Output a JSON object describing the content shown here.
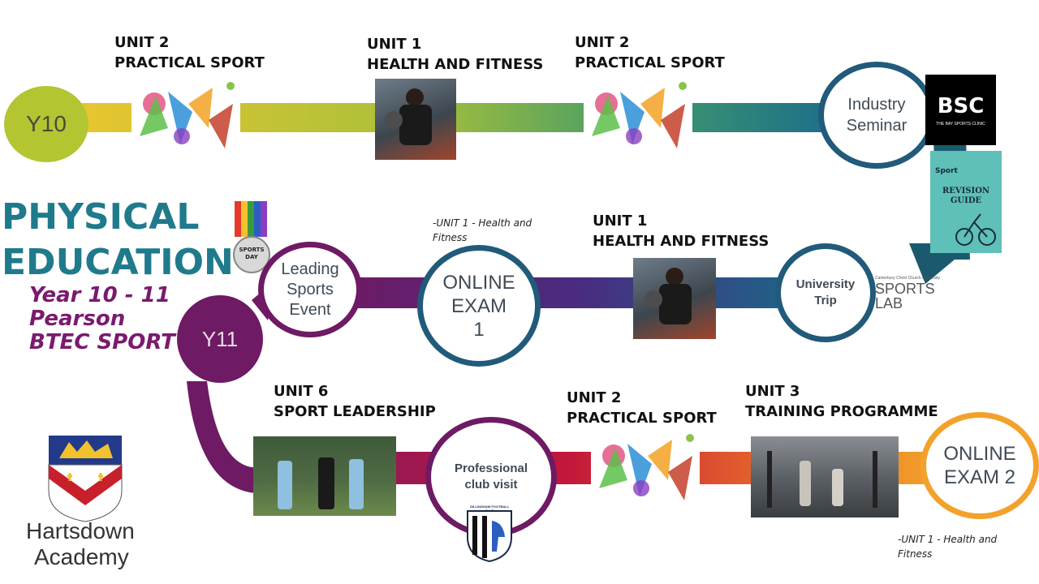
{
  "title": {
    "line1": "PHYSICAL",
    "line2": "EDUCATION"
  },
  "subtitle": {
    "line1": "Year 10 - 11",
    "line2": "Pearson",
    "line3": "BTEC SPORT"
  },
  "school": {
    "line1": "Hartsdown",
    "line2": "Academy"
  },
  "row1": {
    "year_label": "Y10",
    "unit_a": {
      "line1": "UNIT 2",
      "line2": "PRACTICAL SPORT"
    },
    "unit_b": {
      "line1": "UNIT 1",
      "line2": "HEALTH AND FITNESS"
    },
    "unit_c": {
      "line1": "UNIT 2",
      "line2": "PRACTICAL SPORT"
    },
    "seminar": {
      "line1": "Industry",
      "line2": "Seminar"
    }
  },
  "row2": {
    "leading": {
      "line1": "Leading",
      "line2": "Sports",
      "line3": "Event"
    },
    "exam_note": "-UNIT 1 - Health and Fitness",
    "exam1": {
      "line1": "ONLINE",
      "line2": "EXAM",
      "line3": "1"
    },
    "unit": {
      "line1": "UNIT 1",
      "line2": "HEALTH AND FITNESS"
    },
    "trip": {
      "line1": "University",
      "line2": "Trip"
    },
    "year_label": "Y11"
  },
  "row3": {
    "unit6": {
      "line1": "UNIT 6",
      "line2": "SPORT LEADERSHIP"
    },
    "club": {
      "line1": "Professional",
      "line2": "club visit"
    },
    "unit2": {
      "line1": "UNIT 2",
      "line2": "PRACTICAL SPORT"
    },
    "unit3": {
      "line1": "UNIT 3",
      "line2": "TRAINING PROGRAMME"
    },
    "exam2": {
      "line1": "ONLINE",
      "line2": "EXAM 2"
    },
    "exam_note": "-UNIT 1 - Health and Fitness"
  },
  "logos": {
    "bsc": "BSC",
    "bsc_sub": "THE BAY SPORTS CLINIC",
    "revision": {
      "top": "Sport",
      "line1": "REVISION",
      "line2": "GUIDE"
    },
    "sports_lab": {
      "top": "Canterbury Christ Church University",
      "line1": "SPORTS",
      "line2": "LAB"
    },
    "sports_day": {
      "line1": "SPORTS",
      "line2": "DAY"
    },
    "gillingham": "GILLINGHAM FOOTBALL CLUB"
  },
  "colors": {
    "y10": "#b3c531",
    "purple": "#6e1a64",
    "teal": "#215a7a",
    "orange": "#f2a22a",
    "title": "#1f7a8c",
    "subtitle": "#7a1a6e"
  },
  "icons": [
    "sports-collage-icon",
    "medal-icon",
    "shield-crest-icon",
    "horse-crest-icon",
    "cyclist-icon"
  ]
}
